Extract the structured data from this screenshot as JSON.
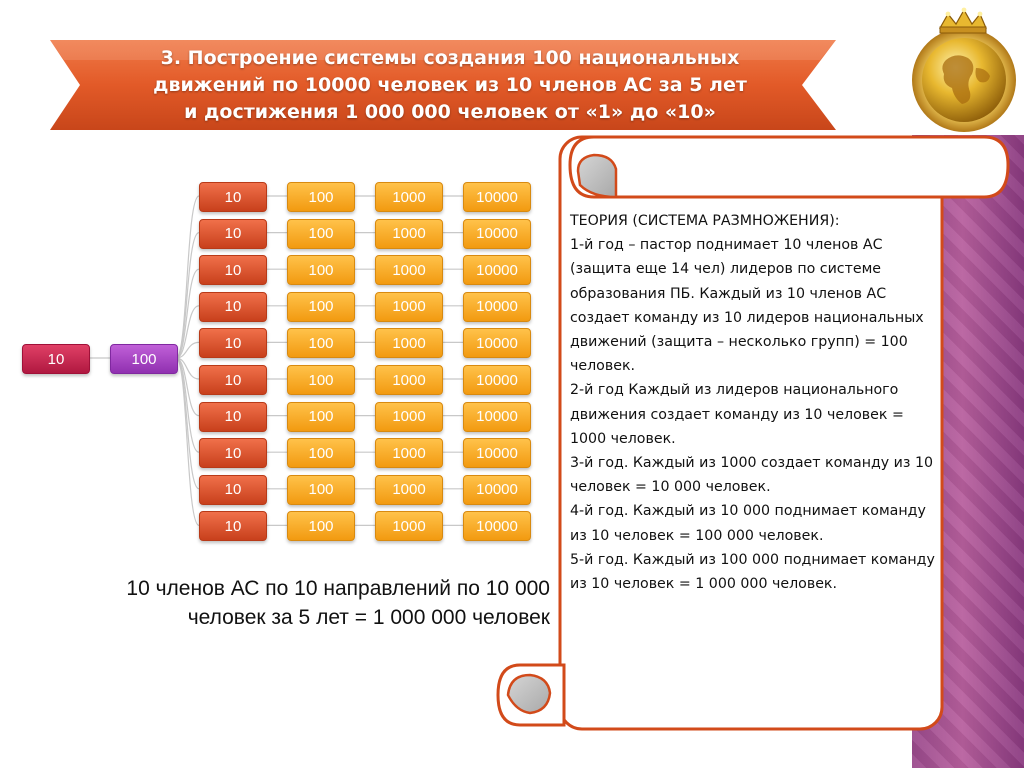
{
  "slide": {
    "title": "3. Построение системы создания 100 национальных\nдвижений по 10000 человек из 10 членов АС за 5 лет\nи достижения 1 000 000 человек от «1» до «10»",
    "summary": "10 членов АС по 10 направлений по 10 000\nчеловек за 5 лет = 1 000 000 человек",
    "theory": "ТЕОРИЯ (СИСТЕМА РАЗМНОЖЕНИЯ):\n1-й год – пастор поднимает 10 членов АС (защита еще 14 чел) лидеров по системе образования ПБ. Каждый из 10 членов АС создает команду  из 10 лидеров национальных движений (защита – несколько групп) = 100 человек.\n2-й год Каждый из лидеров национального движения создает команду из 10 человек = 1000 человек.\n3-й год. Каждый из 1000 создает команду из 10 человек = 10 000 человек.\n4-й год. Каждый из 10 000 поднимает команду из 10 человек = 100 000 человек.\n5-й год. Каждый из 100 000 поднимает команду из 10 человек = 1 000 000 человек."
  },
  "diagram": {
    "root": [
      "10",
      "100"
    ],
    "rows": [
      [
        "10",
        "100",
        "1000",
        "10000"
      ],
      [
        "10",
        "100",
        "1000",
        "10000"
      ],
      [
        "10",
        "100",
        "1000",
        "10000"
      ],
      [
        "10",
        "100",
        "1000",
        "10000"
      ],
      [
        "10",
        "100",
        "1000",
        "10000"
      ],
      [
        "10",
        "100",
        "1000",
        "10000"
      ],
      [
        "10",
        "100",
        "1000",
        "10000"
      ],
      [
        "10",
        "100",
        "1000",
        "10000"
      ],
      [
        "10",
        "100",
        "1000",
        "10000"
      ],
      [
        "10",
        "100",
        "1000",
        "10000"
      ]
    ]
  },
  "colors": {
    "banner": "#e0562a",
    "scroll_border": "#d24a1a",
    "red_box": "#d8502a",
    "orange_box": "#f5a623",
    "crimson_box": "#c42450",
    "violet_box": "#a040c0",
    "side_band": "#a0508f"
  },
  "icons": {
    "logo": "golden-globe-crown-icon"
  }
}
